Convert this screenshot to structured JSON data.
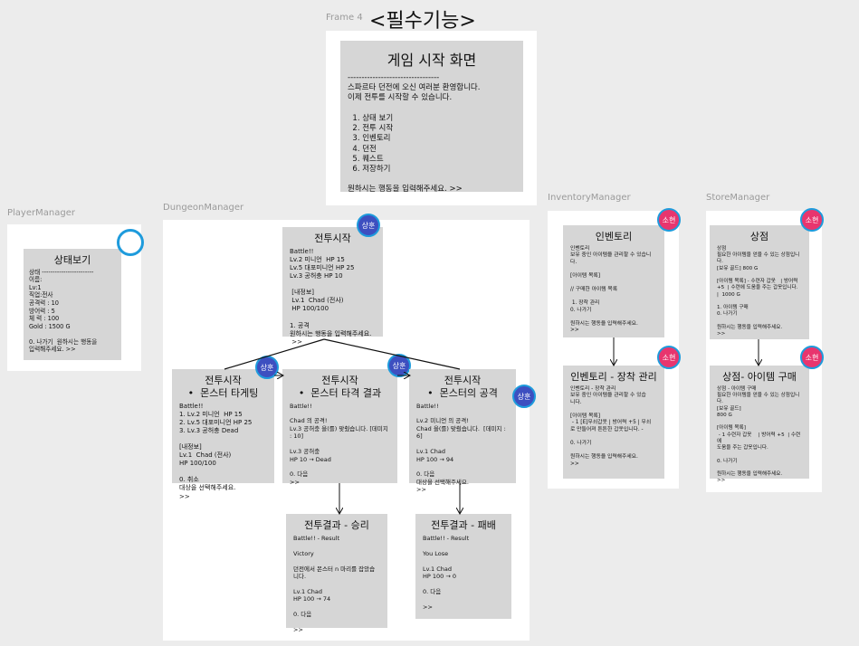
{
  "page": {
    "frame_label": "Frame 4",
    "title": "<필수기능>"
  },
  "main_screen": {
    "title": "게임 시작 화면",
    "body": "---------------------------------\n스파르타 던전에 오신 여러분 환영합니다.\n이제 전투를 시작할 수 있습니다.\n\n  1. 상태 보기\n  2. 전투 시작\n  3. 인벤토리\n  4. 던전\n  5. 퀘스트\n  6. 저장하기\n\n원하시는 행동을 입력해주세요. >>"
  },
  "player_manager": {
    "label": "PlayerManager",
    "card": {
      "title": "상태보기",
      "body": "상태 ------------------------\n이름:\nLv:1\n직업:전사\n공격력 : 10\n방어력 : 5\n체 력 : 100\nGold : 1500 G\n\n0. 나가기  원하시는 행동을\n입력해주세요. >>"
    }
  },
  "dungeon_manager": {
    "label": "DungeonManager",
    "start": {
      "title": "전투시작",
      "body": "Battle!!\nLv.2 미니언  HP 15\nLv.5 대포미니언 HP 25\nLv.3 공허충 HP 10\n\n [내정보]\n Lv.1  Chad (전사)\n HP 100/100\n\n1. 공격\n원하시는 행동을 입력해주세요.\n >>"
    },
    "targeting": {
      "title": "전투시작\n•  몬스터 타게팅",
      "body": "Battle!!\n1. Lv.2 미니언  HP 15\n2. Lv.5 대포미니언 HP 25\n3. Lv.3 공허충 Dead\n\n[내정보]\nLv.1  Chad (전사)\nHP 100/100\n\n0. 취소\n대상을 선택해주세요.\n>>"
    },
    "hit_result": {
      "title": "전투시작\n•  몬스터 타격 결과",
      "body": "Battle!!\n\nChad 의 공격!\nLv.3 공허충 을(를) 맞췄습니다. [데미지 : 10]\n\nLv.3 공허충\nHP 10 → Dead\n\n0. 다음\n>>"
    },
    "monster_attack": {
      "title": "전투시작\n•  몬스터의 공격",
      "body": "Battle!!\n\nLv.2 미니언 의 공격!\nChad 을(를) 맞췄습니다.  [데미지 : 6]\n\nLv.1 Chad\nHP 100 → 94\n\n0. 다음\n대상을 선택해주세요.\n>>"
    },
    "victory": {
      "title": "전투결과 - 승리",
      "body": "Battle!! - Result\n\nVictory\n\n던전에서 몬스터 n 마리를 잡았습니다.\n\nLv.1 Chad\nHP 100 → 74\n\n0. 다음\n\n>>"
    },
    "defeat": {
      "title": "전투결과 - 패배",
      "body": "Battle!! - Result\n\nYou Lose\n\nLv.1 Chad\nHP 100 → 0\n\n0. 다음\n\n>>"
    }
  },
  "inventory_manager": {
    "label": "InventoryManager",
    "inventory": {
      "title": "인벤토리",
      "body": "인벤토리\n보유 중인 아이템을 관리할 수 있습니다.\n\n[아이템 목록]\n\n// 구매한 아이템 목록\n\n 1. 장착 관리\n0. 나가기\n\n원하시는 행동을 입력해주세요.\n>>"
    },
    "equip": {
      "title": "인벤토리 - 장착 관리",
      "body": "인벤토리 - 장착 관리\n보유 중인 아이템을 관리할 수 있습\n니다.\n\n[아이템 목록]\n - 1 [E]무쇠갑옷 | 방어력 +5 | 무쇠\n로 만들어져 튼튼한 갑옷입니다. -\n\n0. 나가기\n\n원하시는 행동을 입력해주세요.\n>>"
    }
  },
  "store_manager": {
    "label": "StoreManager",
    "store": {
      "title": "상점",
      "body": "상점\n필요한 아이템을 얻을 수 있는 상점입니\n다.\n[보유 골드] 800 G\n\n[아이템 목록] - 수련자 갑옷   | 방어력\n+5  | 수련에 도움을 주는 갑옷입니다.\n|  1000 G\n\n1. 아이템 구매\n0. 나가기\n\n원하시는 행동을 입력해주세요.\n>>"
    },
    "purchase": {
      "title": "상점- 아이템 구매",
      "body": "상점 - 아이템 구매\n필요한 아이템을 얻을 수 있는 상점입니\n다.\n[보유 골드]\n800 G\n\n[아이템 목록]\n - 1 수련자 갑옷    | 방어력 +5  | 수련에\n도움을 주는 갑옷입니다.\n\n0. 나가기\n\n원하시는 행동을 입력해주세요.\n>>"
    }
  },
  "badges": {
    "dungeon": "상훈",
    "store": "소현"
  },
  "colors": {
    "badge_blue": "#3d4fc0",
    "badge_pink": "#e8356e",
    "badge_ring": "#1e9bdc",
    "card": "#d6d6d6",
    "canvas": "#ececec"
  }
}
